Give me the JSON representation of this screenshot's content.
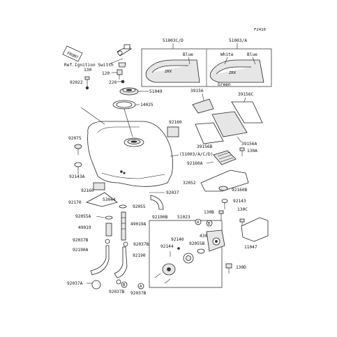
{
  "code": "F2410",
  "front_label": "FRONT",
  "decal_colors": {
    "left": [
      "Blue"
    ],
    "right_top": [
      "White",
      "Blue"
    ],
    "right_bottom": [
      "Green"
    ]
  },
  "callouts": {
    "ref_ignition": "Ref.Ignition Switch",
    "p51003c_d": "51003C/D",
    "p51003_a": "51003/A",
    "p130_top": "130",
    "p92022": "92022",
    "p120": "120",
    "p220": "220",
    "p51049": "51049",
    "p14025": "14025",
    "p39156": "39156",
    "p39156c": "39156C",
    "p92160_top": "92160",
    "p92075": "92075",
    "p39156b": "39156B",
    "p39156a": "39156A",
    "p51003_acd": "(51003/A/C/D)",
    "p130a": "130A",
    "p92160a": "92160A",
    "p92143a": "92143A",
    "p32052": "32052",
    "p92160_left": "92160",
    "p92037_mid": "92037",
    "p92160b": "92160B",
    "p92170": "92170",
    "p53044": "53044",
    "p92143": "92143",
    "p92055a": "92055A",
    "p92055": "92055",
    "p92190b": "92190B",
    "p130b": "130B",
    "p130c": "130C",
    "p49019a": "49019A",
    "p51023": "51023",
    "p49019": "49019",
    "p43049": "43049",
    "p92037b_1": "92037B",
    "p92037b_2": "92037B",
    "p92140": "92140",
    "p92144": "92144",
    "p92055b": "92055B",
    "p92190a": "92190A",
    "p92190": "92190",
    "p11047": "11047",
    "p130d": "130D",
    "p92037a": "92037A",
    "p92037b_3": "92037B",
    "p92037b_4": "92037B"
  },
  "ref_letters": [
    "A",
    "B",
    "A",
    "B"
  ]
}
